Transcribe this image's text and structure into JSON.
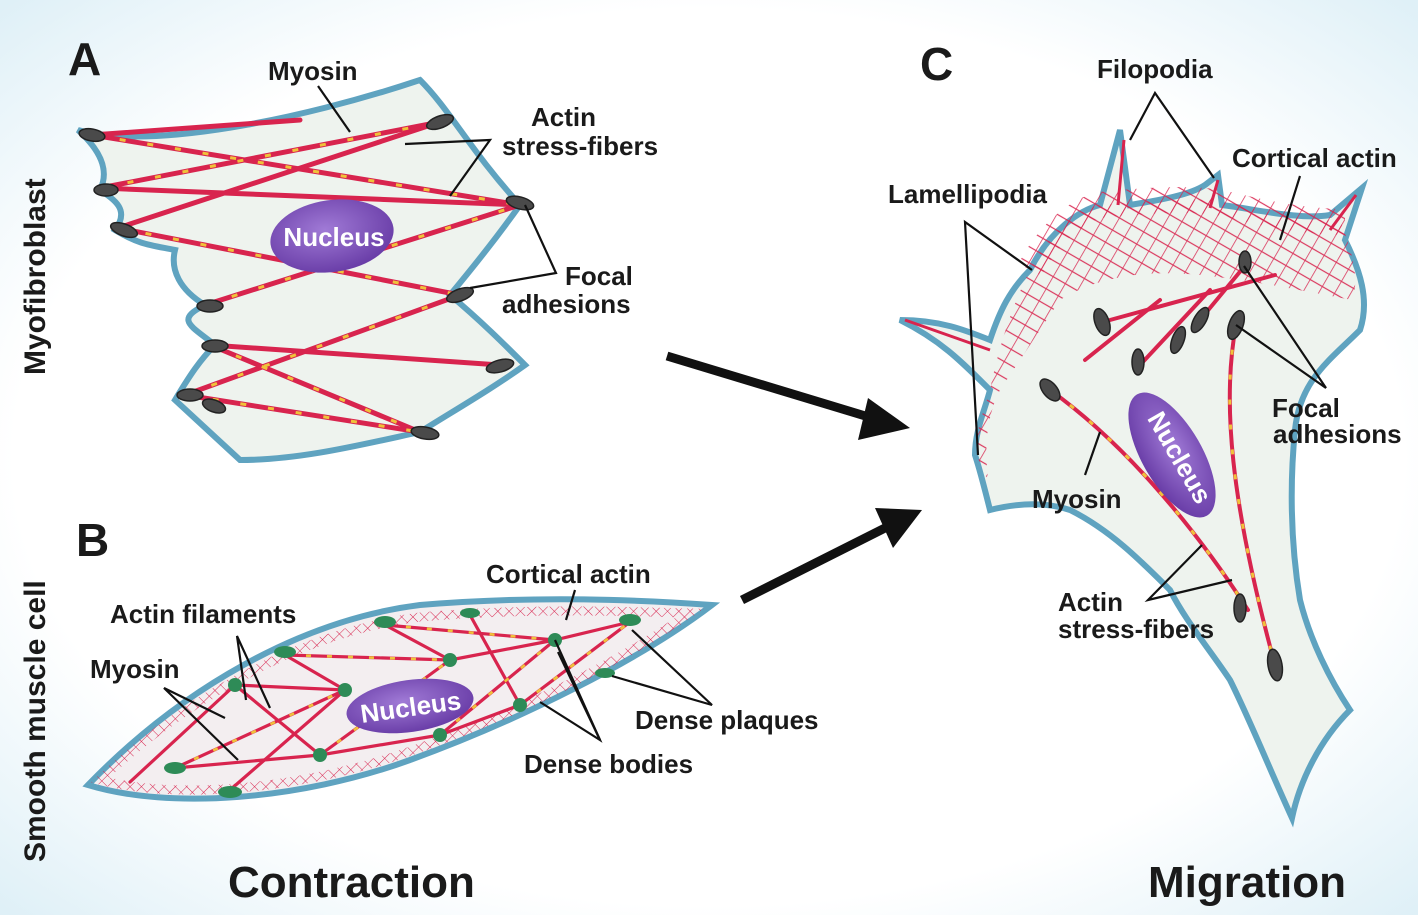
{
  "panels": {
    "a": {
      "letter": "A",
      "side_label": "Myofibroblast",
      "labels": {
        "myosin": "Myosin",
        "actin_1": "Actin",
        "actin_2": "stress-fibers",
        "nucleus": "Nucleus",
        "focal_1": "Focal",
        "focal_2": "adhesions"
      }
    },
    "b": {
      "letter": "B",
      "side_label": "Smooth muscle cell",
      "labels": {
        "cortical_actin": "Cortical actin",
        "actin_filaments": "Actin filaments",
        "myosin": "Myosin",
        "nucleus": "Nucleus",
        "dense_plaques": "Dense plaques",
        "dense_bodies": "Dense bodies"
      }
    },
    "c": {
      "letter": "C",
      "labels": {
        "filopodia": "Filopodia",
        "cortical_actin": "Cortical actin",
        "lamellipodia": "Lamellipodia",
        "focal_1": "Focal",
        "focal_2": "adhesions",
        "nucleus": "Nucleus",
        "myosin": "Myosin",
        "actin_1": "Actin",
        "actin_2": "stress-fibers"
      }
    }
  },
  "bottom_labels": {
    "contraction": "Contraction",
    "migration": "Migration"
  },
  "colors": {
    "cell_fill": "#eef3ee",
    "cell_edge": "#5fa3c0",
    "fiber": "#d8244e",
    "myosin": "#f0c23a",
    "adhesion": "#4a4a4a",
    "nucleus": "#7e4fb6",
    "dense": "#2e8b57"
  }
}
